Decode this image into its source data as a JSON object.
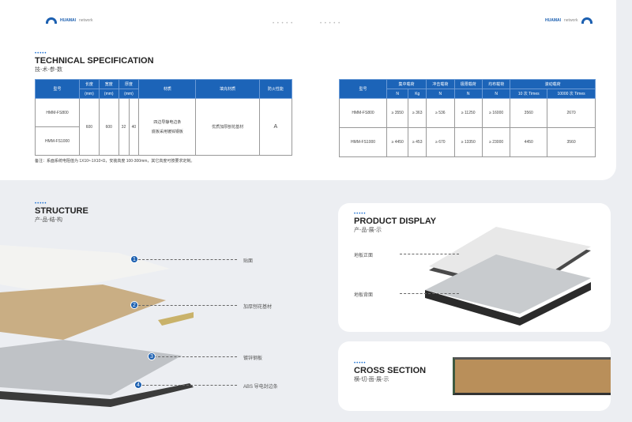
{
  "header": {
    "brand": "HUAMAI",
    "brand_sub": "network",
    "dots": "• • • • •"
  },
  "tech": {
    "title": "TECHNICAL SPECIFICATION",
    "subtitle": "技-术-参-数"
  },
  "table1": {
    "headers": [
      "型号",
      "长度",
      "(mm)",
      "宽度",
      "(mm)",
      "厚度",
      "(mm)",
      "材质",
      "填充材质",
      "防火性能"
    ],
    "models": [
      "HMM-FS800",
      "HMM-FS1000"
    ],
    "length": "600",
    "width": "600",
    "thick1": "32",
    "thick2": "40",
    "material": [
      "四边导静电边条",
      "底板采用镀锌钢板"
    ],
    "fill": "优质加厚刨花基材",
    "fire": "A"
  },
  "note": "备注：系面系统电阻值为 1X10⁶-1X10⁹Ω，安装高度 100-300mm，其它高度可按要求定制。",
  "table2": {
    "headers": [
      "型号",
      "集中载荷",
      "冲击载荷",
      "极限载荷",
      "均布载荷",
      "滚动载荷"
    ],
    "units": [
      "N",
      "Kg",
      "N",
      "N",
      "N",
      "10 次 Times",
      "10000 次 Times"
    ],
    "rows": [
      [
        "HMM-FS800",
        "≥ 3550",
        "≥ 363",
        "≥ 536",
        "≥ 11250",
        "≥ 16000",
        "3560",
        "2670"
      ],
      [
        "HMM-FS1000",
        "≥ 4450",
        "≥ 453",
        "≥ 670",
        "≥ 13350",
        "≥ 23000",
        "4450",
        "3560"
      ]
    ]
  },
  "structure": {
    "title": "STRUCTURE",
    "subtitle": "产-品-结-构",
    "layers": [
      "贴面",
      "加厚刨花基材",
      "镀锌钢板",
      "ABS 导电封边条"
    ]
  },
  "display": {
    "title": "PRODUCT DISPLAY",
    "subtitle": "产-品-展-示",
    "front": "地板正面",
    "back": "地板背面"
  },
  "cross": {
    "title": "CROSS SECTION",
    "subtitle": "横-切-面-展-示"
  }
}
